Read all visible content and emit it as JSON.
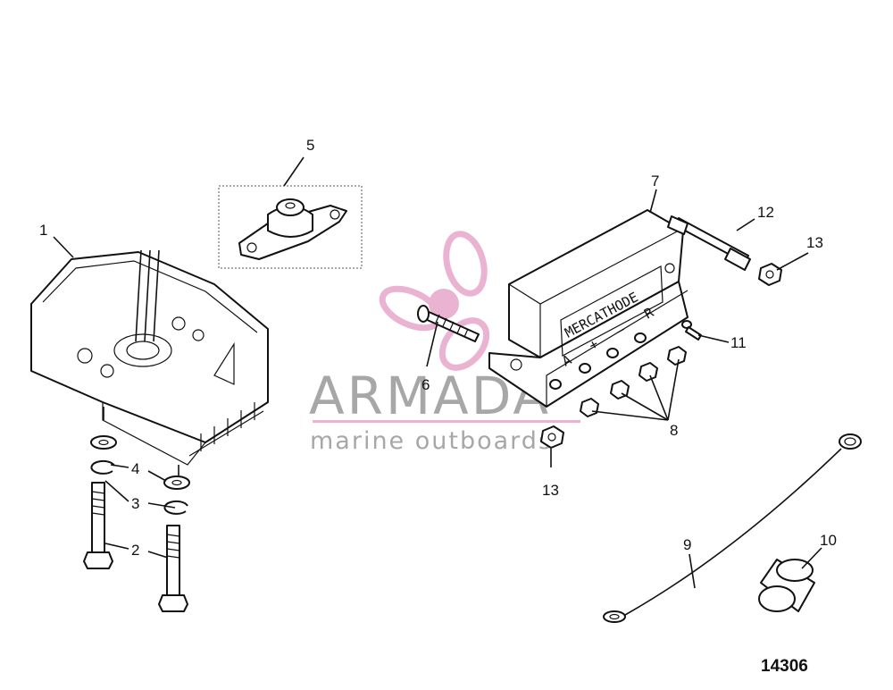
{
  "diagram": {
    "callouts": [
      {
        "id": "c1",
        "text": "1"
      },
      {
        "id": "c2",
        "text": "2"
      },
      {
        "id": "c3",
        "text": "3"
      },
      {
        "id": "c4",
        "text": "4"
      },
      {
        "id": "c5",
        "text": "5"
      },
      {
        "id": "c6",
        "text": "6"
      },
      {
        "id": "c7",
        "text": "7"
      },
      {
        "id": "c8",
        "text": "8"
      },
      {
        "id": "c9",
        "text": "9"
      },
      {
        "id": "c10",
        "text": "10"
      },
      {
        "id": "c11",
        "text": "11"
      },
      {
        "id": "c12",
        "text": "12"
      },
      {
        "id": "c13a",
        "text": "13"
      },
      {
        "id": "c13b",
        "text": "13"
      }
    ],
    "module_label": "MERCATHODE",
    "terminal_labels": {
      "a": "A",
      "plus": "+",
      "minus": "—",
      "r": "R"
    },
    "document_number": "14306"
  },
  "watermark": {
    "brand": "ARMADA",
    "tagline": "marine outboards",
    "color": "#e39ac4"
  }
}
